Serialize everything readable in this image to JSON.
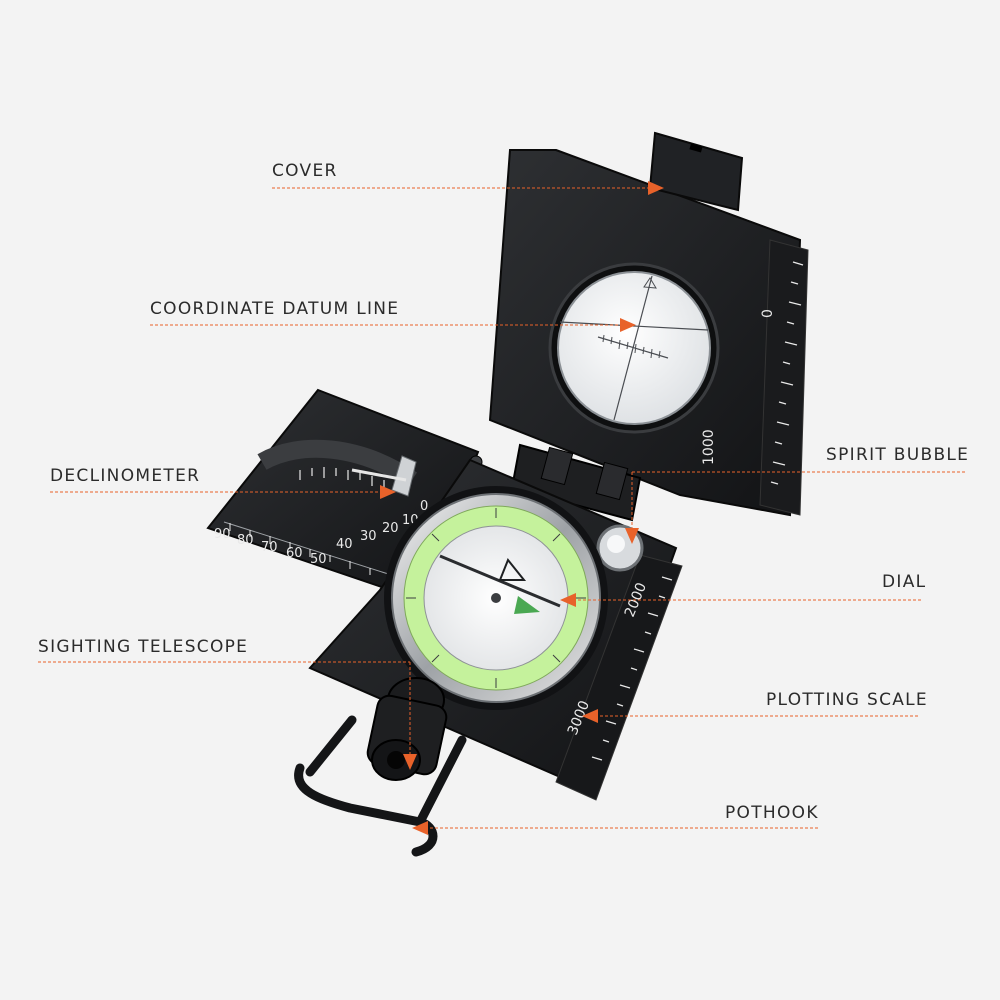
{
  "callouts": {
    "cover": "COVER",
    "coordinate_datum_line": "COORDINATE DATUM LINE",
    "declinometer": "DECLINOMETER",
    "sighting_telescope": "SIGHTING TELESCOPE",
    "spirit_bubble": "SPIRIT BUBBLE",
    "dial": "DIAL",
    "plotting_scale": "PLOTTING SCALE",
    "pothook": "POTHOOK"
  },
  "declinometer_scale": [
    "90",
    "80",
    "70",
    "60",
    "50",
    "40",
    "30",
    "20",
    "10",
    "0"
  ],
  "plotting_scale_marks": [
    "0",
    "1000",
    "2000",
    "3000"
  ],
  "colors": {
    "background": "#f3f3f3",
    "accent_arrow": "#e8622a",
    "leader_line": "#e8622a",
    "body": "#1c1d1f",
    "luminous": "#b9f07a"
  }
}
